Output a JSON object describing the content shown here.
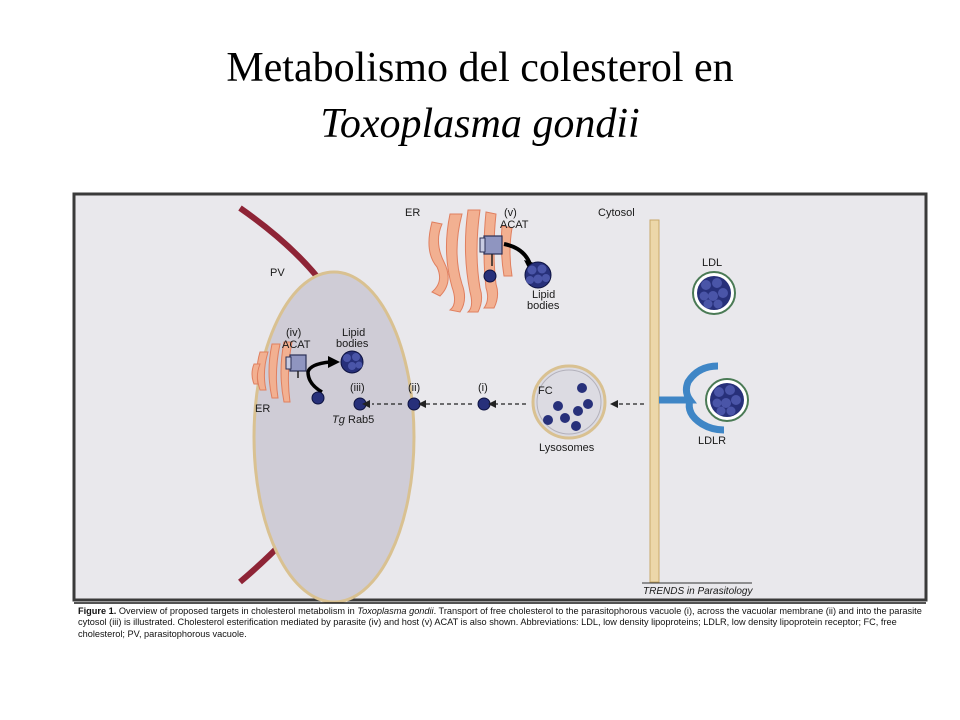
{
  "title": {
    "line1": "Metabolismo del colesterol en",
    "line2": "Toxoplasma gondii"
  },
  "figure": {
    "labels": {
      "pv": "PV",
      "er_left": "ER",
      "er_top": "ER",
      "cytosol": "Cytosol",
      "acat_v_num": "(v)",
      "acat_v": "ACAT",
      "acat_iv_num": "(iv)",
      "acat_iv": "ACAT",
      "lipid_top_1": "Lipid",
      "lipid_top_2": "bodies",
      "lipid_in_1": "Lipid",
      "lipid_in_2": "bodies",
      "step_iii": "(iii)",
      "step_ii": "(ii)",
      "step_i": "(i)",
      "tg": "Tg",
      "rab5": "Rab5",
      "fc": "FC",
      "lysosomes": "Lysosomes",
      "ldl": "LDL",
      "ldlr": "LDLR",
      "source": "TRENDS in Parasitology"
    },
    "caption": {
      "fig_label": "Figure 1.",
      "text_a": " Overview of proposed targets in cholesterol metabolism in ",
      "organism": "Toxoplasma gondii",
      "text_b": ". Transport of free cholesterol to the parasitophorous vacuole (i), across the vacuolar membrane (ii) and into the parasite cytosol (iii) is illustrated. Cholesterol esterification mediated by parasite (iv) and host (v) ACAT is also shown. Abbreviations: LDL, low density lipoproteins; LDLR, low density lipoprotein receptor; FC, free cholesterol; PV, parasitophorous vacuole."
    },
    "colors": {
      "background": "#e9e8ec",
      "membrane": "#8e2436",
      "parasite_fill": "#cfccd6",
      "parasite_edge": "#d9c191",
      "er": "#f2b091",
      "er_stroke": "#e07f5f",
      "cytosol_bar": "#ecd7a9",
      "cholesterol": "#27307a",
      "receptor": "#3f86c6",
      "acat": "#8f95c0"
    }
  }
}
